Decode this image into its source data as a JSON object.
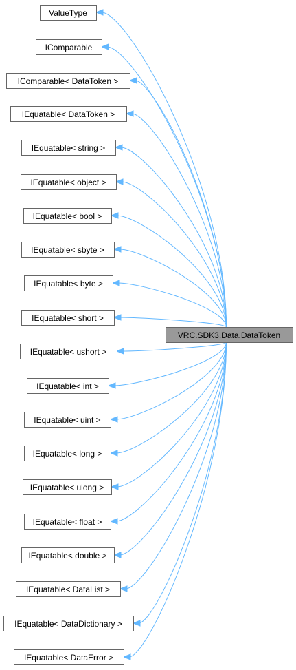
{
  "diagram": {
    "derived": {
      "id": "datatoken",
      "label": "VRC.SDK3.Data.DataToken"
    },
    "bases": [
      {
        "id": "valuetype",
        "label": "ValueType"
      },
      {
        "id": "icomparable",
        "label": "IComparable"
      },
      {
        "id": "icomparable-datatoken",
        "label": "IComparable< DataToken >"
      },
      {
        "id": "iequatable-datatoken",
        "label": "IEquatable< DataToken >"
      },
      {
        "id": "iequatable-string",
        "label": "IEquatable< string >"
      },
      {
        "id": "iequatable-object",
        "label": "IEquatable< object >"
      },
      {
        "id": "iequatable-bool",
        "label": "IEquatable< bool >"
      },
      {
        "id": "iequatable-sbyte",
        "label": "IEquatable< sbyte >"
      },
      {
        "id": "iequatable-byte",
        "label": "IEquatable< byte >"
      },
      {
        "id": "iequatable-short",
        "label": "IEquatable< short >"
      },
      {
        "id": "iequatable-ushort",
        "label": "IEquatable< ushort >"
      },
      {
        "id": "iequatable-int",
        "label": "IEquatable< int >"
      },
      {
        "id": "iequatable-uint",
        "label": "IEquatable< uint >"
      },
      {
        "id": "iequatable-long",
        "label": "IEquatable< long >"
      },
      {
        "id": "iequatable-ulong",
        "label": "IEquatable< ulong >"
      },
      {
        "id": "iequatable-float",
        "label": "IEquatable< float >"
      },
      {
        "id": "iequatable-double",
        "label": "IEquatable< double >"
      },
      {
        "id": "iequatable-datalist",
        "label": "IEquatable< DataList >"
      },
      {
        "id": "iequatable-datadictionary",
        "label": "IEquatable< DataDictionary >"
      },
      {
        "id": "iequatable-dataerror",
        "label": "IEquatable< DataError >"
      }
    ],
    "colors": {
      "edge": "#63b8ff",
      "node_border": "#666666",
      "main_fill": "#999999",
      "node_fill": "#ffffff"
    }
  }
}
